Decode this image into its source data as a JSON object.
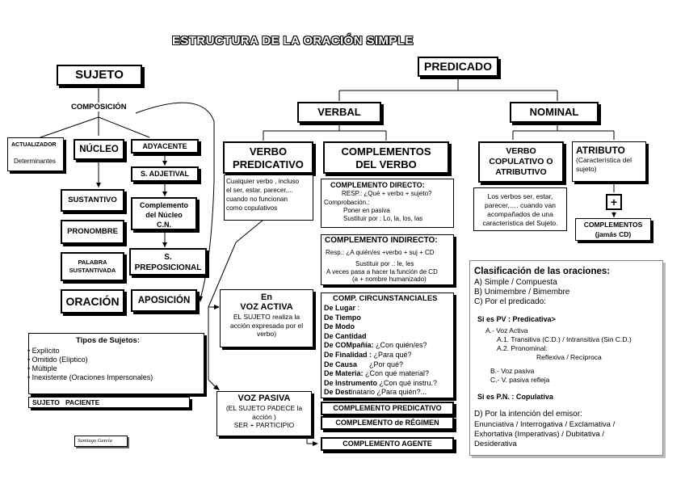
{
  "title": "ESTRUCTURA DE LA ORACIÓN SIMPLE",
  "sujeto": {
    "label": "SUJETO",
    "composicion": "COMPOSICIÓN",
    "actualizador": "ACTUALIZADOR",
    "determinantes": "Determinantes",
    "nucleo": "NÚCLEO",
    "adyacente": "ADYACENTE",
    "s_adjetival": "S. ADJETIVAL",
    "complemento_nucleo": [
      "Complemento",
      "del Núcleo",
      "C.N."
    ],
    "s_preposicional": [
      "S.",
      "PREPOSICIONAL"
    ],
    "aposicion": "APOSICIÓN",
    "nucleo_items": [
      "SUSTANTIVO",
      "PRONOMBRE",
      "PALABRA",
      "SUSTANTIVADA",
      "ORACIÓN"
    ]
  },
  "tipos_sujetos": {
    "heading": "Tipos de Sujetos:",
    "items": [
      "Explícito",
      "Omitido (Elíptico)",
      "Múltiple",
      "Inexistente (Oraciones Impersonales)"
    ],
    "paciente": "SUJETO   PACIENTE"
  },
  "author": "Santiago García",
  "predicado": {
    "label": "PREDICADO",
    "verbal": "VERBAL",
    "nominal": "NOMINAL",
    "verbo_predicativo": [
      "VERBO",
      "PREDICATIVO"
    ],
    "vp_desc": [
      "Cualquier verbo , incluso",
      "el ser, estar, parecer,...",
      "cuando   no   funcionan",
      "como copulativos"
    ],
    "complementos_del_verbo": [
      "COMPLEMENTOS",
      "DEL VERBO"
    ],
    "verbo_copulativo": [
      "VERBO",
      "COPULATIVO O",
      "ATRIBUTIVO"
    ],
    "vc_desc": [
      "Los verbos ser, estar,",
      "parecer,…. cuando van",
      "acompañados de una",
      "característica del Sujeto."
    ],
    "atributo": "ATRIBUTO",
    "atributo_desc": [
      "(Característica del",
      "sujeto)"
    ],
    "plus": "+",
    "complementos_jamas": [
      "COMPLEMENTOS",
      "(jamás CD)"
    ]
  },
  "voz_activa": {
    "lines": [
      "En",
      "VOZ ACTIVA"
    ],
    "desc": [
      "EL SUJETO realiza la",
      "acción  expresada por el",
      "verbo)"
    ]
  },
  "voz_pasiva": {
    "label": "VOZ PASIVA",
    "desc": [
      "(EL SUJETO PADECE la",
      "acción  )",
      "SER + PARTICIPIO"
    ]
  },
  "cd": {
    "heading": "COMPLEMENTO DIRECTO:",
    "lines": [
      "RESP.: ¿Qué + verbo + sujeto?",
      "Comprobación.:",
      "Poner en  pasiva",
      "Sustituir por : Lo, la, los, las"
    ]
  },
  "ci": {
    "heading": "COMPLEMENTO INDIRECTO:",
    "lines": [
      "Resp.: ¿A quién/es +verbo + suj + CD",
      "Sustituir por .: le, les",
      "A veces pasa a hacer la función de CD",
      "(a + nombre humanizado)"
    ]
  },
  "cc": {
    "heading": "COMP. CIRCUNSTANCIALES",
    "items": [
      {
        "k": "De Lugar",
        "v": " :"
      },
      {
        "k": "De Tiempo",
        "v": ""
      },
      {
        "k": "De Modo",
        "v": ""
      },
      {
        "k": "De Cantidad",
        "v": ""
      },
      {
        "k": "De COMpañía:",
        "v": " ¿Con quién/es?"
      },
      {
        "k": "De Finalidad :",
        "v": " ¿Para qué?"
      },
      {
        "k": "De Causa",
        "v": "      ¿Por qué?"
      },
      {
        "k": "De Materia:",
        "v": " ¿Con qué material?"
      },
      {
        "k": "De Instrumento",
        "v": " ¿Con qué instru.?"
      },
      {
        "k": "De Dest",
        "v": "inatario ¿Para quién?..."
      }
    ]
  },
  "comp_predicativo": "COMPLEMENTO PREDICATIVO",
  "comp_regimen": "COMPLEMENTO de RÉGIMEN",
  "comp_agente": "COMPLEMENTO AGENTE",
  "clasificacion": {
    "heading": "Clasificación de las oraciones:",
    "a": "A) Simple  / Compuesta",
    "b": "B) Unimembre / Bimembre",
    "c": "C) Por el predicado:",
    "pv": "Si es  PV : Predicativa>",
    "a_activa": "A.- Voz Activa",
    "a1": "A.1. Transitiva (C.D.) / Intransitiva (Sin C.D.)",
    "a2": "A.2. Pronominal:",
    "a2b": "Reflexiva / Recíproca",
    "b_pasiva": "B.- Voz pasiva",
    "c_refleja": "C.- V. pasiva refleja",
    "pn": "Si es  P.N. : Copulativa",
    "d": "D) Por la intención del emisor:",
    "d_lines": [
      "Enunciativa / Interrogativa / Exclamativa /",
      "Exhortativa (Imperativas)  /  Dubitativa  /",
      "Desiderativa"
    ]
  }
}
